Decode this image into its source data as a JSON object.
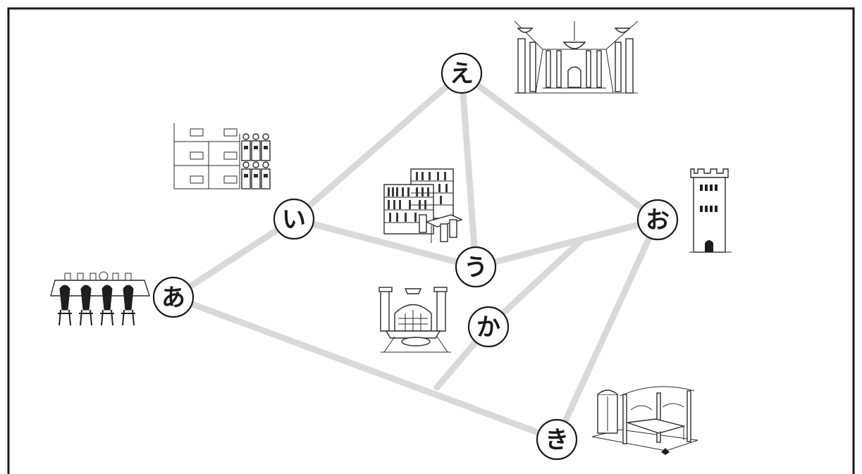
{
  "nodes": [
    {
      "id": "a",
      "label": "あ",
      "room": "dining-hall"
    },
    {
      "id": "i",
      "label": "い",
      "room": "servants-quarters"
    },
    {
      "id": "u",
      "label": "う",
      "room": "library"
    },
    {
      "id": "e",
      "label": "え",
      "room": "grand-hall"
    },
    {
      "id": "o",
      "label": "お",
      "room": "tower"
    },
    {
      "id": "ka",
      "label": "か",
      "room": "drawing-room"
    },
    {
      "id": "ki",
      "label": "き",
      "room": "bedchamber"
    }
  ],
  "paths": [
    [
      "a",
      "i"
    ],
    [
      "i",
      "e"
    ],
    [
      "i",
      "u"
    ],
    [
      "e",
      "u"
    ],
    [
      "e",
      "o"
    ],
    [
      "u",
      "o"
    ],
    [
      "o",
      "ki"
    ],
    [
      "a",
      "ki"
    ],
    [
      "ka",
      "junction-upper"
    ],
    [
      "ka",
      "junction-lower"
    ]
  ],
  "colors": {
    "path": "#d9d9d9",
    "frame": "#1a1a1a",
    "ink": "#2a2a2a"
  }
}
